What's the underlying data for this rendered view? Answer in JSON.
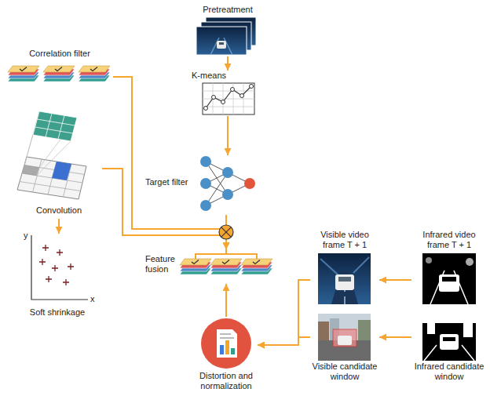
{
  "diagram": {
    "nodes": [
      {
        "text": [
          "Pretreatment"
        ]
      },
      {
        "text": [
          "K-means"
        ]
      },
      {
        "text": [
          "Target filter"
        ]
      },
      {
        "text": [
          "Correlation filter"
        ]
      },
      {
        "text": [
          "Convolution"
        ]
      },
      {
        "text": [
          "Soft shrinkage"
        ]
      },
      {
        "text": [
          "Feature fusion"
        ]
      },
      {
        "text": [
          "Visible video frame T + 1"
        ]
      },
      {
        "text": [
          "Infrared video frame T + 1"
        ]
      },
      {
        "text": [
          "Visible candidate window"
        ]
      },
      {
        "text": [
          "Infrared candidate window"
        ]
      },
      {
        "text": [
          "Distortion and normalization"
        ]
      }
    ],
    "edges": [
      {
        "from": 0,
        "to": 1,
        "arrow": "to"
      },
      {
        "from": 1,
        "to": 2,
        "arrow": "to"
      },
      {
        "from": 2,
        "to": 6,
        "arrow": "to"
      },
      {
        "from": 3,
        "to": 6,
        "arrow": "to"
      },
      {
        "from": 4,
        "to": 6,
        "arrow": "to"
      },
      {
        "from": 4,
        "to": 5,
        "arrow": "to"
      },
      {
        "from": 11,
        "to": 6,
        "arrow": "to"
      },
      {
        "from": 8,
        "to": 7,
        "arrow": "to"
      },
      {
        "from": 10,
        "to": 9,
        "arrow": "to"
      },
      {
        "from": 7,
        "to": 11,
        "arrow": "to"
      },
      {
        "from": 9,
        "to": 11,
        "arrow": "to"
      }
    ],
    "labels": [
      "y",
      "x"
    ]
  }
}
